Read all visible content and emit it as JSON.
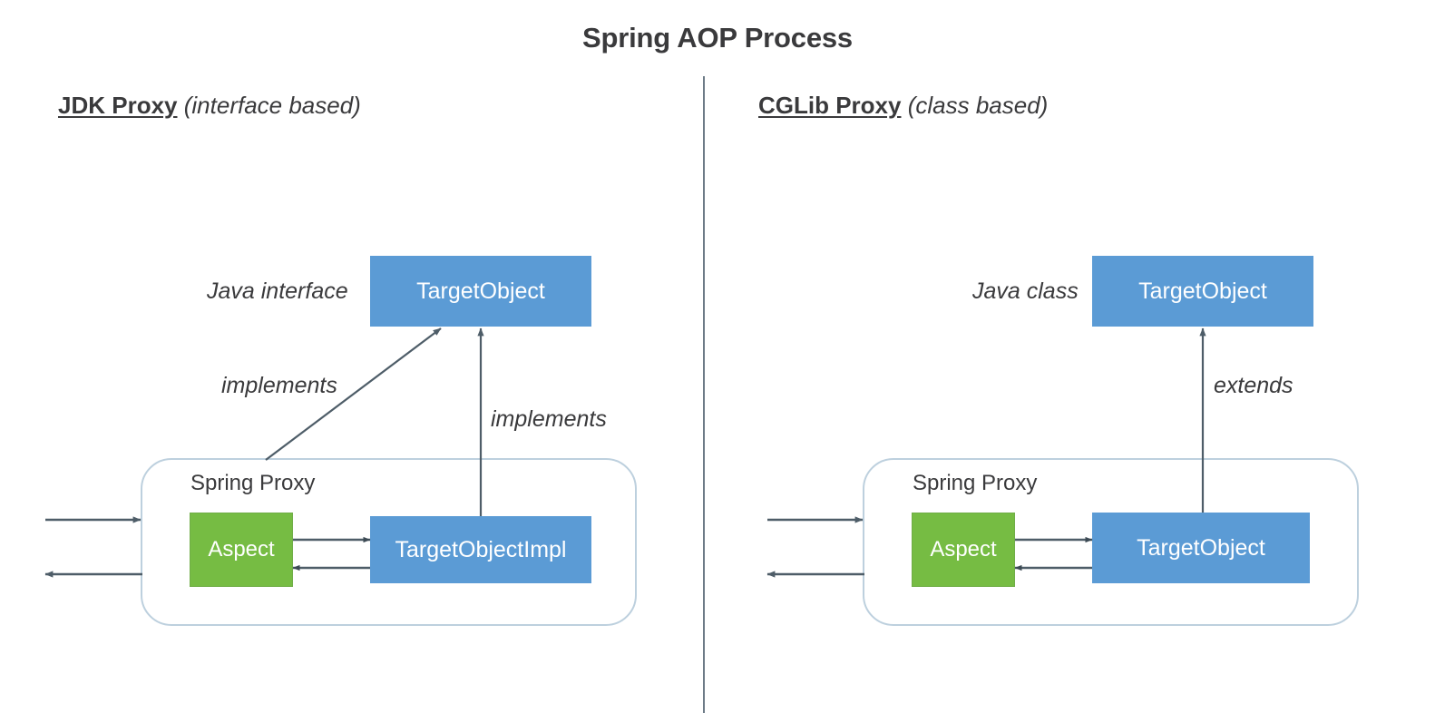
{
  "title": "Spring AOP Process",
  "colors": {
    "blue_box": "#5b9bd5",
    "green_box": "#76bc43",
    "arrow": "#5a6a75",
    "divider": "#6d7b87",
    "container_border": "#bdd0de",
    "text": "#3a3a3c",
    "background": "#ffffff"
  },
  "divider": {
    "label": "vertical-divider"
  },
  "panels": {
    "left": {
      "heading_strong": "JDK Proxy",
      "heading_sub": "(interface based)",
      "type_label": "Java interface",
      "top_box": "TargetObject",
      "proxy_label": "Spring Proxy",
      "aspect_box": "Aspect",
      "target_box": "TargetObjectImpl",
      "relation_diagonal": "implements",
      "relation_vertical": "implements"
    },
    "right": {
      "heading_strong": "CGLib Proxy",
      "heading_sub": "(class based)",
      "type_label": "Java class",
      "top_box": "TargetObject",
      "proxy_label": "Spring Proxy",
      "aspect_box": "Aspect",
      "target_box": "TargetObject",
      "relation_vertical": "extends"
    }
  },
  "arrows": {
    "left_inbound": "request-in-arrow",
    "left_outbound": "response-out-arrow",
    "right_inbound": "request-in-arrow",
    "right_outbound": "response-out-arrow",
    "aspect_to_target": "aspect-to-target-arrow",
    "target_to_aspect": "target-to-aspect-arrow"
  }
}
